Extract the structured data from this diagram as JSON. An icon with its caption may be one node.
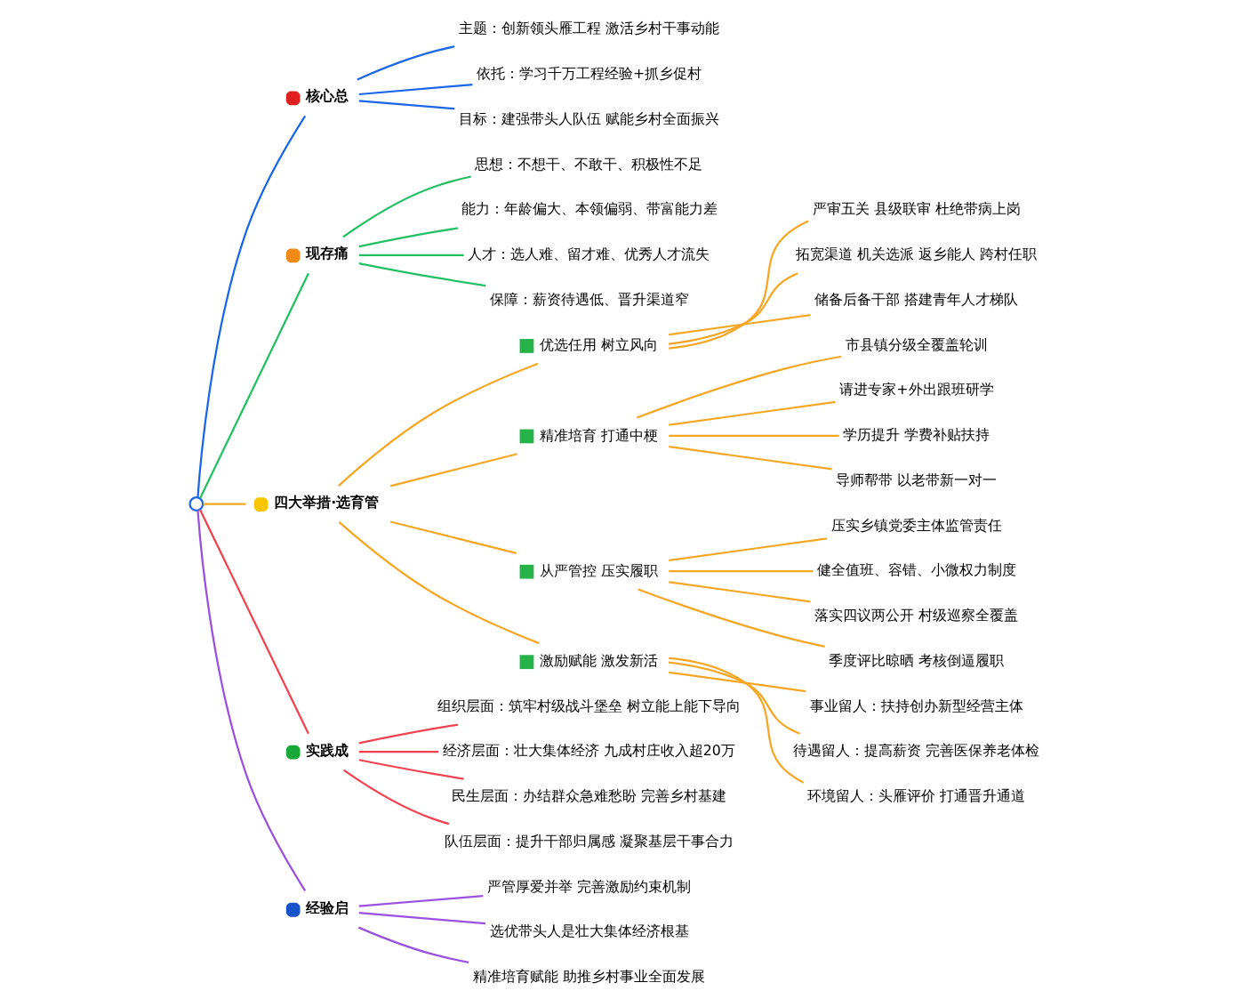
{
  "diagram": {
    "nodes": [
      {
        "text": [],
        "shape": "circle"
      },
      {
        "text": [
          "核心总"
        ]
      },
      {
        "text": [
          "主题：创新领头雁工程 激活乡村干事动能"
        ]
      },
      {
        "text": [
          "依托：学习千万工程经验+抓乡促村"
        ]
      },
      {
        "text": [
          "目标：建强带头人队伍 赋能乡村全面振兴"
        ]
      },
      {
        "text": [
          "现存痛"
        ]
      },
      {
        "text": [
          "思想：不想干、不敢干、积极性不足"
        ]
      },
      {
        "text": [
          "能力：年龄偏大、本领偏弱、带富能力差"
        ]
      },
      {
        "text": [
          "人才：选人难、留才难、优秀人才流失"
        ]
      },
      {
        "text": [
          "保障：薪资待遇低、晋升渠道窄"
        ]
      },
      {
        "text": [
          "四大举措·选育管"
        ]
      },
      {
        "text": [
          "优选任用 树立风向"
        ]
      },
      {
        "text": [
          "严审五关 县级联审 杜绝带病上岗"
        ]
      },
      {
        "text": [
          "拓宽渠道 机关选派 返乡能人 跨村任职"
        ]
      },
      {
        "text": [
          "储备后备干部 搭建青年人才梯队"
        ]
      },
      {
        "text": [
          "精准培育 打通中梗"
        ]
      },
      {
        "text": [
          "市县镇分级全覆盖轮训"
        ]
      },
      {
        "text": [
          "请进专家+外出跟班研学"
        ]
      },
      {
        "text": [
          "学历提升 学费补贴扶持"
        ]
      },
      {
        "text": [
          "导师帮带 以老带新一对一"
        ]
      },
      {
        "text": [
          "从严管控 压实履职"
        ]
      },
      {
        "text": [
          "压实乡镇党委主体监管责任"
        ]
      },
      {
        "text": [
          "健全值班、容错、小微权力制度"
        ]
      },
      {
        "text": [
          "落实四议两公开 村级巡察全覆盖"
        ]
      },
      {
        "text": [
          "季度评比晾晒 考核倒逼履职"
        ]
      },
      {
        "text": [
          "激励赋能 激发新活"
        ]
      },
      {
        "text": [
          "事业留人：扶持创办新型经营主体"
        ]
      },
      {
        "text": [
          "待遇留人：提高薪资 完善医保养老体检"
        ]
      },
      {
        "text": [
          "环境留人：头雁评价 打通晋升通道"
        ]
      },
      {
        "text": [
          "实践成"
        ]
      },
      {
        "text": [
          "组织层面：筑牢村级战斗堡垒 树立能上能下导向"
        ]
      },
      {
        "text": [
          "经济层面：壮大集体经济 九成村庄收入超20万"
        ]
      },
      {
        "text": [
          "民生层面：办结群众急难愁盼 完善乡村基建"
        ]
      },
      {
        "text": [
          "队伍层面：提升干部归属感 凝聚基层干事合力"
        ]
      },
      {
        "text": [
          "经验启"
        ]
      },
      {
        "text": [
          "严管厚爱并举 完善激励约束机制"
        ]
      },
      {
        "text": [
          "选优带头人是壮大集体经济根基"
        ]
      },
      {
        "text": [
          "精准培育赋能 助推乡村事业全面发展"
        ]
      }
    ],
    "edges": [
      {
        "from": 0,
        "to": 1,
        "arrow": "none",
        "color": "#1a66e8"
      },
      {
        "from": 1,
        "to": 2,
        "arrow": "none",
        "color": "#1a66e8"
      },
      {
        "from": 1,
        "to": 3,
        "arrow": "none",
        "color": "#1a66e8"
      },
      {
        "from": 1,
        "to": 4,
        "arrow": "none",
        "color": "#1a66e8"
      },
      {
        "from": 0,
        "to": 5,
        "arrow": "none",
        "color": "#22c063"
      },
      {
        "from": 5,
        "to": 6,
        "arrow": "none",
        "color": "#22c063"
      },
      {
        "from": 5,
        "to": 7,
        "arrow": "none",
        "color": "#22c063"
      },
      {
        "from": 5,
        "to": 8,
        "arrow": "none",
        "color": "#22c063"
      },
      {
        "from": 5,
        "to": 9,
        "arrow": "none",
        "color": "#22c063"
      },
      {
        "from": 0,
        "to": 10,
        "arrow": "none"
      },
      {
        "from": 10,
        "to": 11,
        "arrow": "none"
      },
      {
        "from": 11,
        "to": 12,
        "arrow": "none"
      },
      {
        "from": 11,
        "to": 13,
        "arrow": "none"
      },
      {
        "from": 11,
        "to": 14,
        "arrow": "none"
      },
      {
        "from": 10,
        "to": 15,
        "arrow": "none"
      },
      {
        "from": 15,
        "to": 16,
        "arrow": "none"
      },
      {
        "from": 15,
        "to": 17,
        "arrow": "none"
      },
      {
        "from": 15,
        "to": 18,
        "arrow": "none"
      },
      {
        "from": 15,
        "to": 19,
        "arrow": "none"
      },
      {
        "from": 10,
        "to": 20,
        "arrow": "none"
      },
      {
        "from": 20,
        "to": 21,
        "arrow": "none"
      },
      {
        "from": 20,
        "to": 22,
        "arrow": "none"
      },
      {
        "from": 20,
        "to": 23,
        "arrow": "none"
      },
      {
        "from": 20,
        "to": 24,
        "arrow": "none"
      },
      {
        "from": 10,
        "to": 25,
        "arrow": "none"
      },
      {
        "from": 25,
        "to": 26,
        "arrow": "none"
      },
      {
        "from": 25,
        "to": 27,
        "arrow": "none"
      },
      {
        "from": 25,
        "to": 28,
        "arrow": "none"
      },
      {
        "from": 0,
        "to": 29,
        "arrow": "none",
        "color": "#f0434f"
      },
      {
        "from": 29,
        "to": 30,
        "arrow": "none",
        "color": "#f0434f"
      },
      {
        "from": 29,
        "to": 31,
        "arrow": "none",
        "color": "#f0434f"
      },
      {
        "from": 29,
        "to": 32,
        "arrow": "none",
        "color": "#f0434f"
      },
      {
        "from": 29,
        "to": 33,
        "arrow": "none",
        "color": "#f0434f"
      },
      {
        "from": 0,
        "to": 34,
        "arrow": "none",
        "color": "#9b51e0"
      },
      {
        "from": 34,
        "to": 35,
        "arrow": "none",
        "color": "#9b51e0"
      },
      {
        "from": 34,
        "to": 36,
        "arrow": "none",
        "color": "#9b51e0"
      },
      {
        "from": 34,
        "to": 37,
        "arrow": "none",
        "color": "#9b51e0"
      }
    ]
  }
}
